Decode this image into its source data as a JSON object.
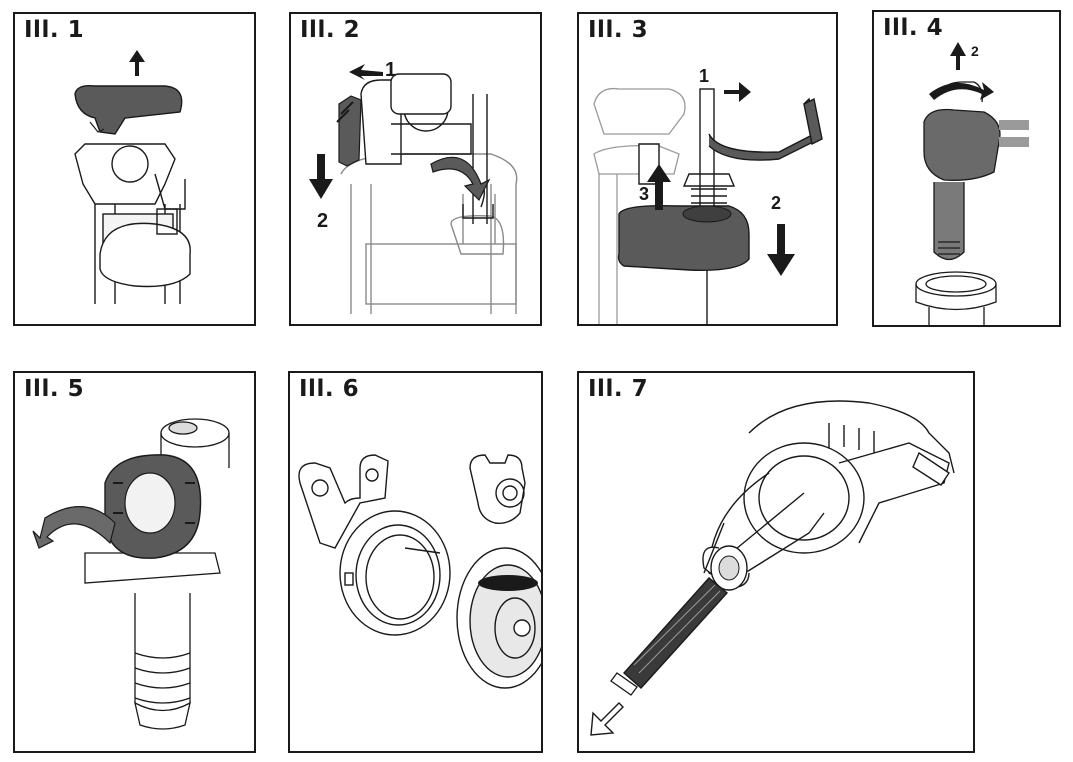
{
  "panels": [
    {
      "label": "Ill. 1",
      "callouts": []
    },
    {
      "label": "Ill. 2",
      "callouts": [
        "1",
        "2"
      ]
    },
    {
      "label": "Ill. 3",
      "callouts": [
        "1",
        "2",
        "3"
      ]
    },
    {
      "label": "Ill. 4",
      "callouts": [
        "2"
      ]
    },
    {
      "label": "Ill. 5",
      "callouts": []
    },
    {
      "label": "Ill. 6",
      "callouts": []
    },
    {
      "label": "Ill. 7",
      "callouts": []
    }
  ],
  "colors": {
    "ink": "#1a1a1a",
    "part": "#5a5a5a",
    "light": "#d9d9d9"
  }
}
